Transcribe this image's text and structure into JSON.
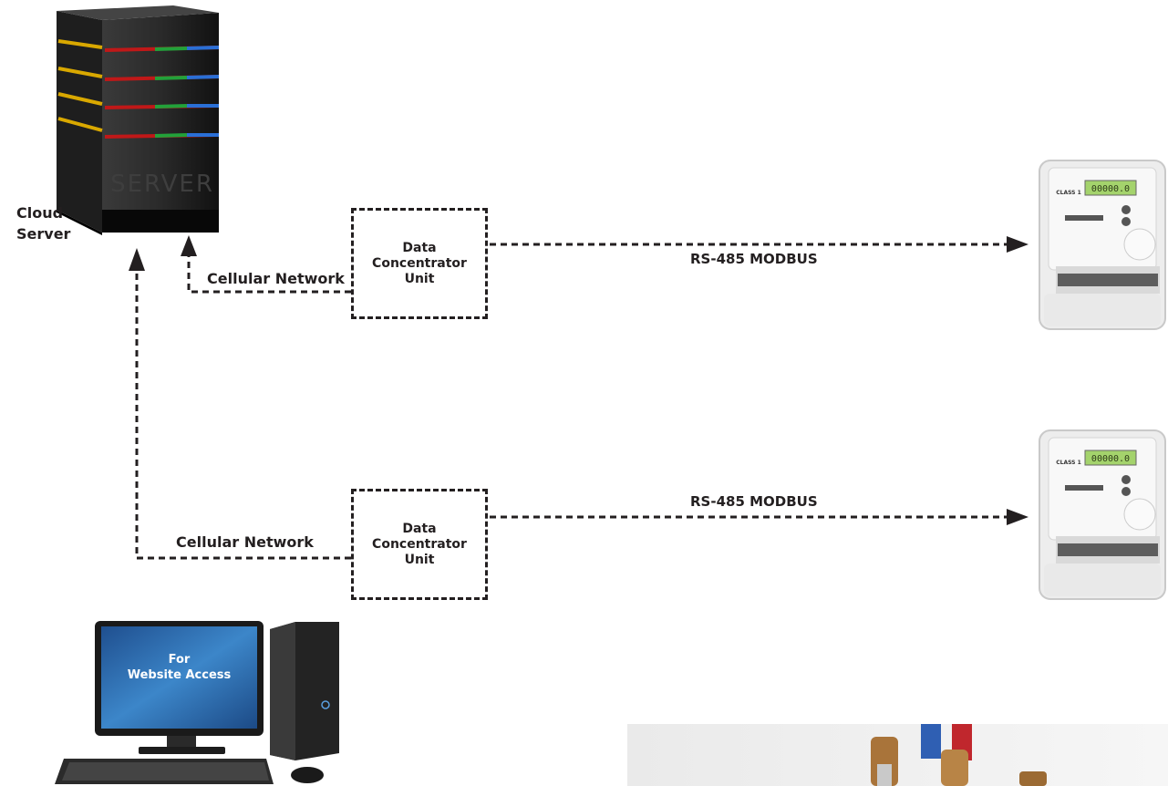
{
  "server": {
    "label_line1": "Cloud",
    "label_line2": "Server",
    "engraving": "SERVER"
  },
  "links": {
    "top_cellular": "Cellular Network",
    "bottom_cellular": "Cellular Network",
    "top_modbus": "RS-485 MODBUS",
    "bottom_modbus": "RS-485 MODBUS"
  },
  "dcu_top": {
    "line1": "Data",
    "line2": "Concentrator",
    "line3": "Unit"
  },
  "dcu_bottom": {
    "line1": "Data",
    "line2": "Concentrator",
    "line3": "Unit"
  },
  "computer": {
    "screen_line1": "For",
    "screen_line2": "Website Access"
  },
  "meter": {
    "class_text": "CLASS 1",
    "display_value": "00000.0"
  }
}
